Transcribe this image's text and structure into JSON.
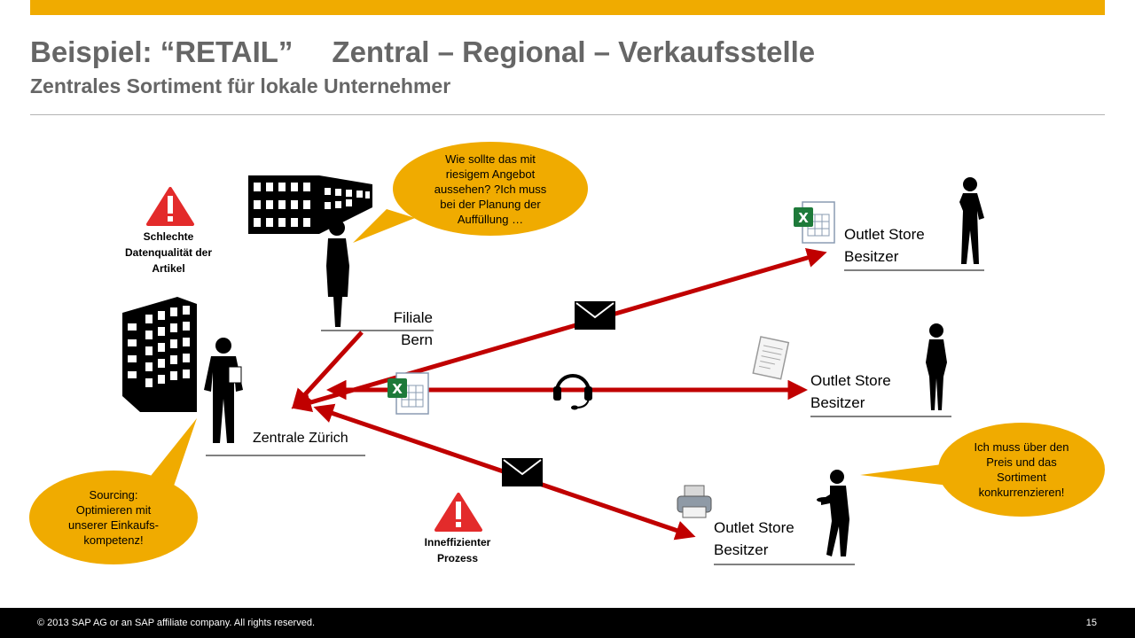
{
  "slide": {
    "title_part1": "Beispiel: “RETAIL”",
    "title_part2": "Zentral – Regional – Verkaufsstelle",
    "subtitle": "Zentrales Sortiment für lokale Unternehmer"
  },
  "diagram": {
    "hq_label": "Zentrale Zürich",
    "branch_label_line1": "Filiale",
    "branch_label_line2": "Bern",
    "outlet1_line1": "Outlet Store",
    "outlet1_line2": "Besitzer",
    "outlet2_line1": "Outlet Store",
    "outlet2_line2": "Besitzer",
    "outlet3_line1": "Outlet Store",
    "outlet3_line2": "Besitzer",
    "warning1_line1": "Schlechte",
    "warning1_line2": "Datenqualität der",
    "warning1_line3": "Artikel",
    "warning2_line1": "Inneffizienter",
    "warning2_line2": "Prozess",
    "bubble_branch_line1": "Wie sollte das mit",
    "bubble_branch_line2": "riesigem Angebot",
    "bubble_branch_line3": "aussehen? ?Ich muss",
    "bubble_branch_line4": "bei der Planung der",
    "bubble_branch_line5": "Auffüllung …",
    "bubble_hq_line1": "Sourcing:",
    "bubble_hq_line2": "Optimieren mit",
    "bubble_hq_line3": "unserer Einkaufs-",
    "bubble_hq_line4": "kompetenz!",
    "bubble_outlet_line1": "Ich muss über den",
    "bubble_outlet_line2": "Preis und das",
    "bubble_outlet_line3": "Sortiment",
    "bubble_outlet_line4": "konkurrenzieren!"
  },
  "colors": {
    "accent": "#f0ab00",
    "arrow": "#c00000",
    "title": "#666666",
    "warning": "#e32b2b"
  },
  "icons": [
    "warning-icon",
    "building-icon",
    "envelope-icon",
    "headset-icon",
    "excel-icon",
    "document-icon",
    "printer-icon",
    "person-icon"
  ],
  "footer": {
    "copyright": "© 2013 SAP AG or an SAP affiliate company. All rights reserved.",
    "page_number": "15"
  }
}
